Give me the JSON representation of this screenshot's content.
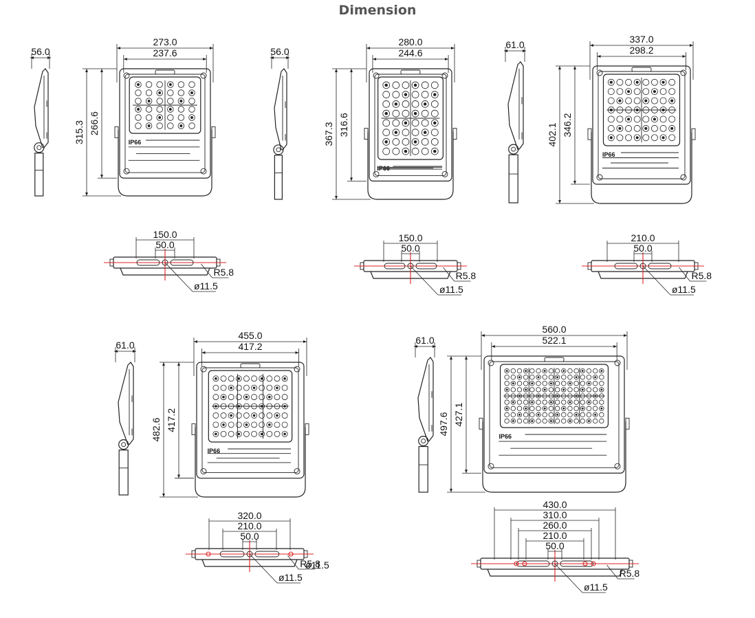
{
  "title": "Dimension",
  "models": [
    {
      "id": "m1",
      "side_depth": "56.0",
      "front": {
        "outer_width": "273.0",
        "inner_width": "237.6",
        "outer_height": "315.3",
        "inner_height": "266.6",
        "badge": "IP66"
      },
      "bracket": {
        "hole_spacing_outer": "150.0",
        "hole_spacing_inner": "50.0",
        "slot_radius": "R5.8",
        "hole_diameter": "ø11.5"
      }
    },
    {
      "id": "m2",
      "side_depth": "56.0",
      "front": {
        "outer_width": "280.0",
        "inner_width": "244.6",
        "outer_height": "367.3",
        "inner_height": "316.6",
        "badge": "IP66"
      },
      "bracket": {
        "hole_spacing_outer": "150.0",
        "hole_spacing_inner": "50.0",
        "slot_radius": "R5.8",
        "hole_diameter": "ø11.5"
      }
    },
    {
      "id": "m3",
      "side_depth": "61.0",
      "front": {
        "outer_width": "337.0",
        "inner_width": "298.2",
        "outer_height": "402.1",
        "inner_height": "346.2",
        "badge": "IP66"
      },
      "bracket": {
        "hole_spacing_outer": "210.0",
        "hole_spacing_inner": "50.0",
        "slot_radius": "R5.8",
        "hole_diameter": "ø11.5"
      }
    },
    {
      "id": "m4",
      "side_depth": "61.0",
      "front": {
        "outer_width": "455.0",
        "inner_width": "417.2",
        "outer_height": "482.6",
        "inner_height": "417.2",
        "badge": "IP66"
      },
      "bracket": {
        "hole_spacing_1": "320.0",
        "hole_spacing_2": "210.0",
        "hole_spacing_3": "50.0",
        "end_hole_diameter": "ø11.5",
        "slot_radius": "R5.8",
        "hole_diameter": "ø11.5"
      }
    },
    {
      "id": "m5",
      "side_depth": "61.0",
      "front": {
        "outer_width": "560.0",
        "inner_width": "522.1",
        "outer_height": "497.6",
        "inner_height": "427.1",
        "badge": "IP66"
      },
      "bracket": {
        "hole_spacing_1": "430.0",
        "hole_spacing_2": "310.0",
        "hole_spacing_3": "260.0",
        "hole_spacing_4": "210.0",
        "hole_spacing_5": "50.0",
        "slot_radius": "R5.8",
        "hole_diameter": "ø11.5"
      }
    }
  ]
}
